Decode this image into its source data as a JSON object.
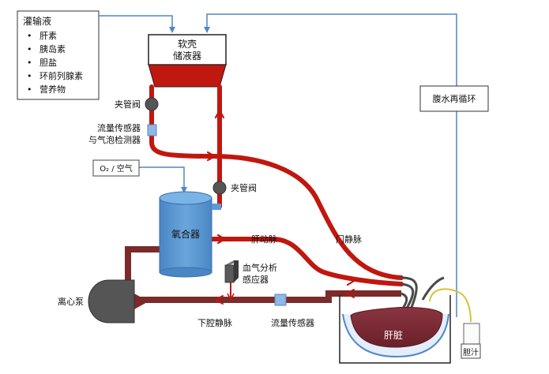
{
  "colors": {
    "artery": "#c0170f",
    "venous": "#7a2b2a",
    "portal_dark": "#555555",
    "recirc_line": "#4f86c6",
    "oxygenator": "#5b9bd5",
    "valve": "#555555",
    "liver": "#7b2a33",
    "sensor": "#8fb8e8",
    "bile_line": "#d4c23a"
  },
  "infusion": {
    "title": "灌输液",
    "items": [
      "肝素",
      "胰岛素",
      "胆盐",
      "环前列腺素",
      "营养物"
    ]
  },
  "reservoir": {
    "line1": "软壳",
    "line2": "储液器"
  },
  "labels": {
    "clamp_top": "夹管阀",
    "flow_bubble_line1": "流量传感器",
    "flow_bubble_line2": "与气泡检测器",
    "o2_air": "O₂ / 空气",
    "clamp_mid": "夹管阀",
    "oxygenator": "氧合器",
    "hepatic_artery": "肝动脉",
    "portal_vein": "门静脉",
    "blood_gas_line1": "血气分析",
    "blood_gas_line2": "感应器",
    "centrifugal_pump": "离心泵",
    "ivc": "下腔静脉",
    "flow_sensor": "流量传感器",
    "liver": "肝脏",
    "bile": "胆汁",
    "ascites": "腹水再循环"
  }
}
